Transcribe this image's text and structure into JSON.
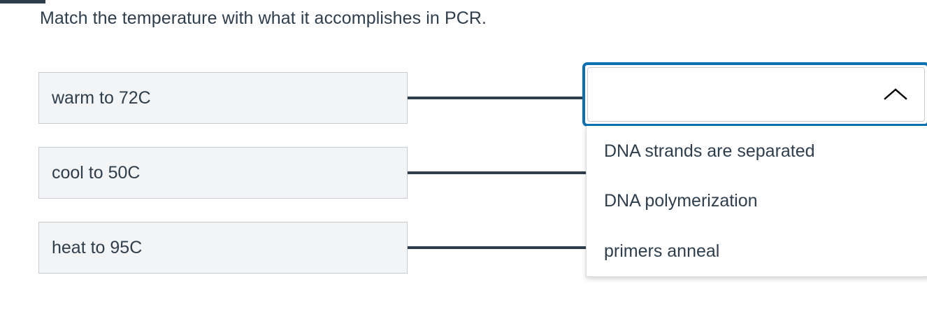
{
  "page": {
    "prompt": "Match the temperature with what it accomplishes in PCR.",
    "accent_color": "#0c6fb0",
    "text_color": "#2f3e4c",
    "box_fill_color": "#f3f4f5",
    "box_border_color": "#c6ccd2",
    "connector_color": "#2f3e4c"
  },
  "terms": [
    {
      "label": "warm to 72C"
    },
    {
      "label": "cool to 50C"
    },
    {
      "label": "heat to 95C"
    }
  ],
  "select": {
    "value": "",
    "placeholder": "",
    "state": "open",
    "icon": "chevron-up-icon"
  },
  "options": [
    {
      "label": "DNA strands are separated"
    },
    {
      "label": "DNA polymerization"
    },
    {
      "label": "primers anneal"
    }
  ]
}
